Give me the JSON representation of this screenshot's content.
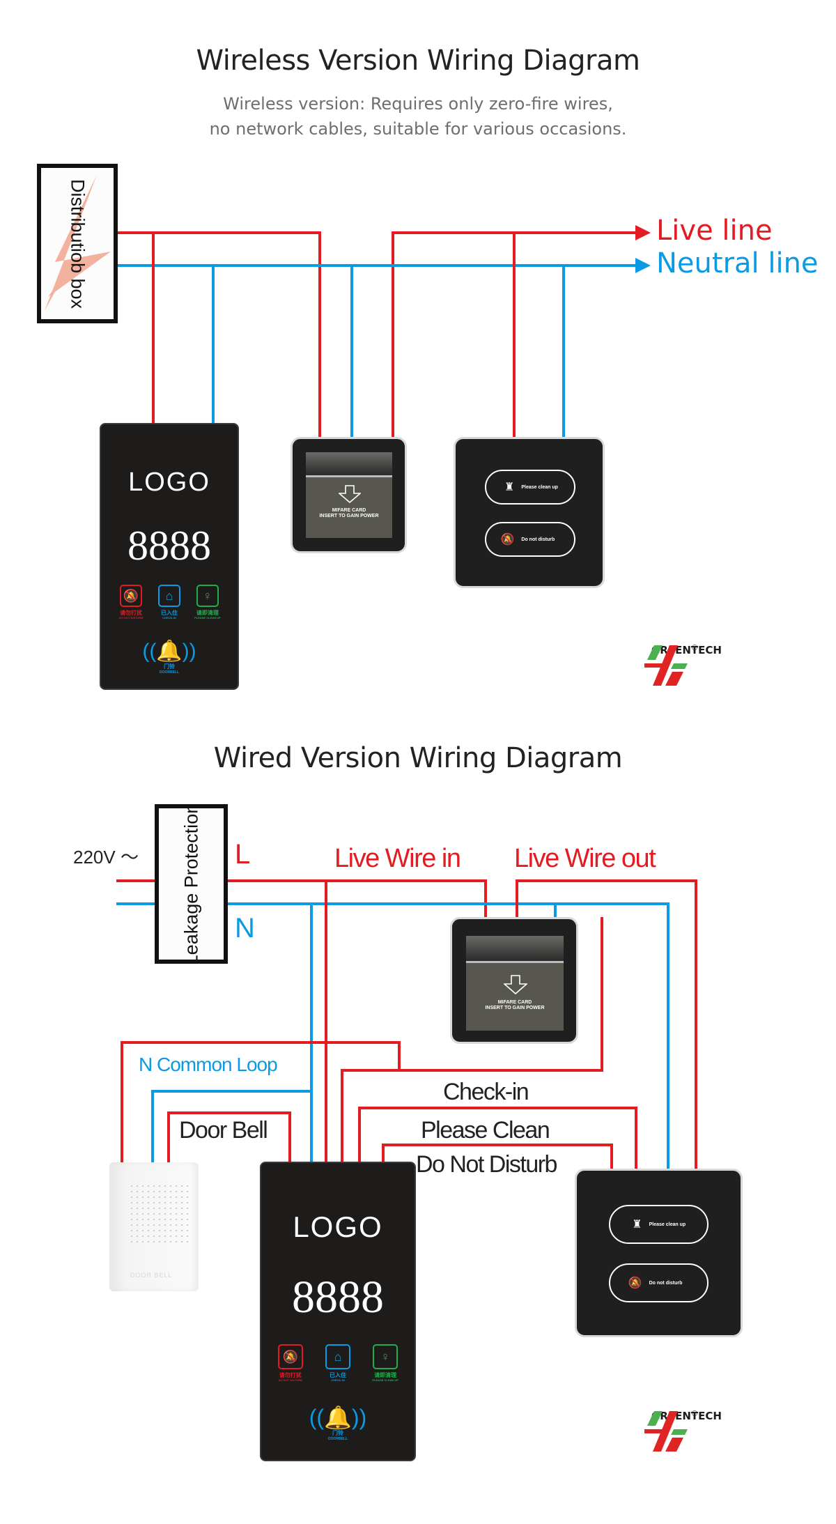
{
  "colors": {
    "live": "#e31b23",
    "neutral": "#0a9be4",
    "brand_red": "#e02424",
    "brand_green": "#4caf50"
  },
  "wireless": {
    "title": "Wireless Version Wiring Diagram",
    "subtitle_line1": "Wireless version: Requires only zero-fire wires,",
    "subtitle_line2": "no network cables, suitable for various occasions.",
    "distribution_box": "Distributiob box",
    "live_label": "Live line",
    "neutral_label": "Neutral line",
    "doorplate": {
      "logo": "LOGO",
      "room_number": "8888",
      "icons": [
        {
          "icon": "bell-slash-icon",
          "label_cn": "请勿打扰",
          "label_en": "DO NOT DISTURB",
          "color": "#e31b23"
        },
        {
          "icon": "house-person-icon",
          "label_cn": "已入住",
          "label_en": "CHECK-IN",
          "color": "#0a9be4"
        },
        {
          "icon": "cleaner-icon",
          "label_cn": "请即清理",
          "label_en": "PLEASE CLEAN UP",
          "color": "#20b04b"
        }
      ],
      "doorbell_cn": "门铃",
      "doorbell_en": "DOORBELL"
    },
    "card_switch": {
      "line1": "MIFARE CARD",
      "line2": "INSERT TO GAIN POWER"
    },
    "indoor_panel": {
      "button1": "Please clean up",
      "button2": "Do not disturb"
    },
    "brand": "GREENTECH",
    "registered": "®"
  },
  "wired": {
    "title": "Wired Version Wiring Diagram",
    "voltage": "220V ～",
    "leakage_box": "Leakage Protection",
    "L": "L",
    "N": "N",
    "live_in": "Live Wire in",
    "live_out": "Live Wire out",
    "n_common_loop": "N Common Loop",
    "door_bell": "Door Bell",
    "check_in": "Check-in",
    "please_clean": "Please Clean",
    "do_not_disturb": "Do Not Disturb",
    "doorbell_device": "DOOR BELL",
    "doorplate": {
      "logo": "LOGO",
      "room_number": "8888",
      "icons": [
        {
          "icon": "bell-slash-icon",
          "label_cn": "请勿打扰",
          "label_en": "DO NOT DISTURB",
          "color": "#e31b23"
        },
        {
          "icon": "house-person-icon",
          "label_cn": "已入住",
          "label_en": "CHECK-IN",
          "color": "#0a9be4"
        },
        {
          "icon": "cleaner-icon",
          "label_cn": "请即清理",
          "label_en": "PLEASE CLEAN UP",
          "color": "#20b04b"
        }
      ],
      "doorbell_cn": "门铃",
      "doorbell_en": "DOORBELL"
    },
    "card_switch": {
      "line1": "MIFARE CARD",
      "line2": "INSERT TO GAIN POWER"
    },
    "indoor_panel": {
      "button1": "Please clean up",
      "button2": "Do not disturb"
    },
    "brand": "GREENTECH",
    "registered": "®"
  }
}
